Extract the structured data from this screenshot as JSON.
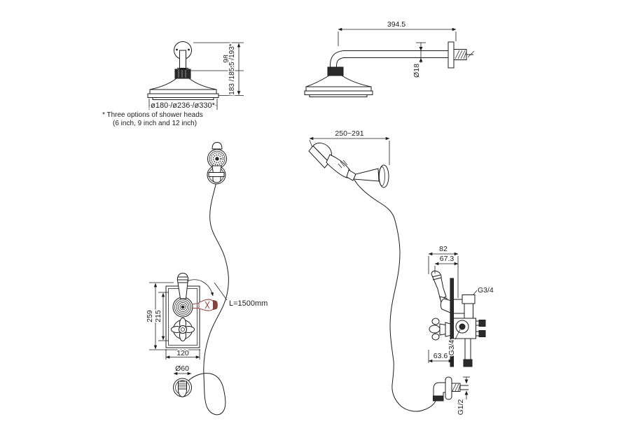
{
  "colors": {
    "background": "#ffffff",
    "line": "#1c1c1c",
    "accent_red": "#9b4a4a",
    "accent_red_dark": "#8a4040"
  },
  "overhead_front": {
    "dim_height_arm": "98",
    "dim_height_total": "183 /185.5 /193*",
    "dim_diameter": "ø180 /ø236 /ø330*",
    "note_line1": "* Three options of shower heads",
    "note_line2": "(6 inch, 9 inch and 12 inch)"
  },
  "overhead_side": {
    "dim_length": "394.5",
    "dim_diameter": "Ø18"
  },
  "handshower": {
    "dim_reach": "250~291",
    "hose_length_label": "L=1500mm"
  },
  "valve_front": {
    "dim_height_outer": "259",
    "dim_height_inner": "215",
    "dim_width": "120",
    "dim_outlet_diameter": "Ø60"
  },
  "valve_side": {
    "dim_width_outer": "82",
    "dim_width_inner": "67.3",
    "dim_offset_bottom": "63.6",
    "thread_top": "G3/4",
    "thread_side": "G3/4"
  },
  "outlet_elbow": {
    "thread": "G1/2"
  }
}
